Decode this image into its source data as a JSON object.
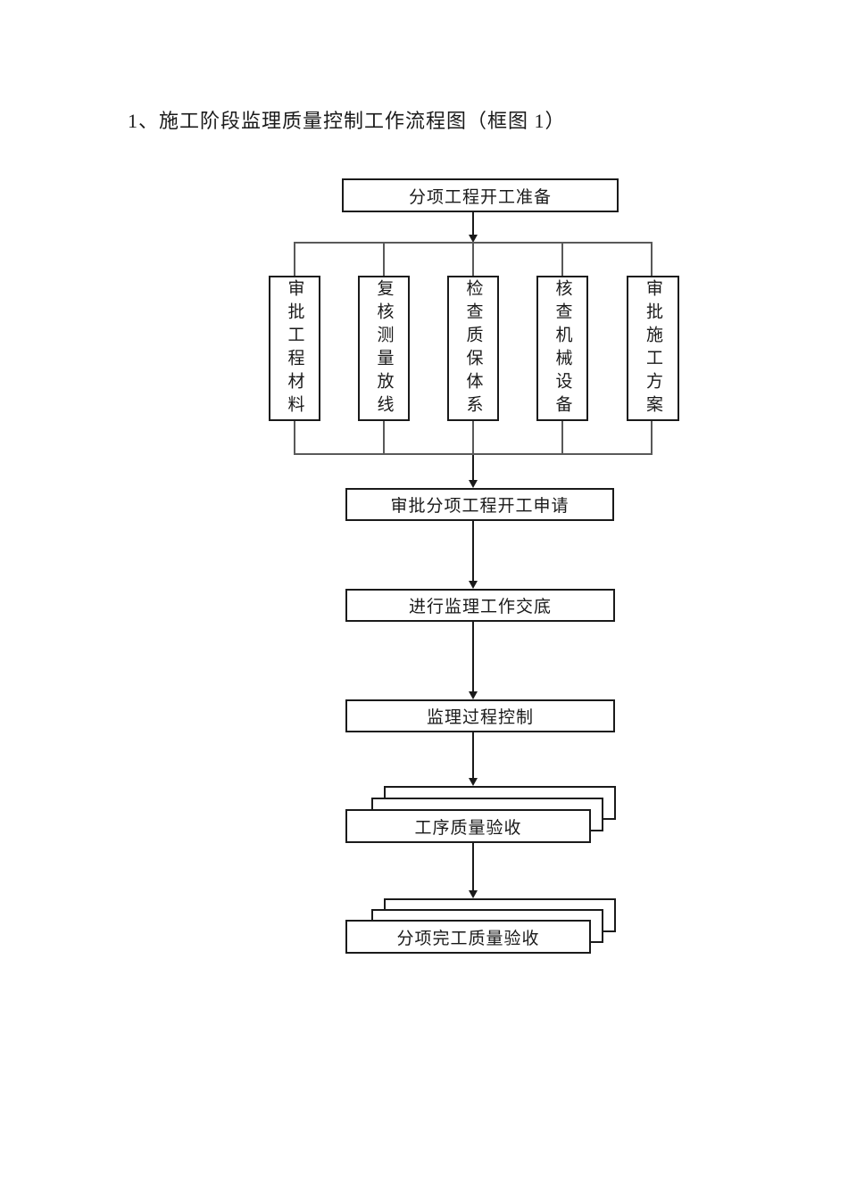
{
  "page": {
    "title": "1、施工阶段监理质量控制工作流程图（框图 1）"
  },
  "flowchart": {
    "start": "分项工程开工准备",
    "parallel": [
      "审批工程材料",
      "复核测量放线",
      "检查质保体系",
      "核查机械设备",
      "审批施工方案"
    ],
    "steps": [
      "审批分项工程开工申请",
      "进行监理工作交底",
      "监理过程控制"
    ],
    "stacked": [
      "工序质量验收",
      "分项完工质量验收"
    ]
  },
  "colors": {
    "box_border": "#1a1a1a",
    "connector_line": "#595959",
    "arrow": "#1a1a1a",
    "background": "#ffffff",
    "text": "#1a1a1a"
  }
}
